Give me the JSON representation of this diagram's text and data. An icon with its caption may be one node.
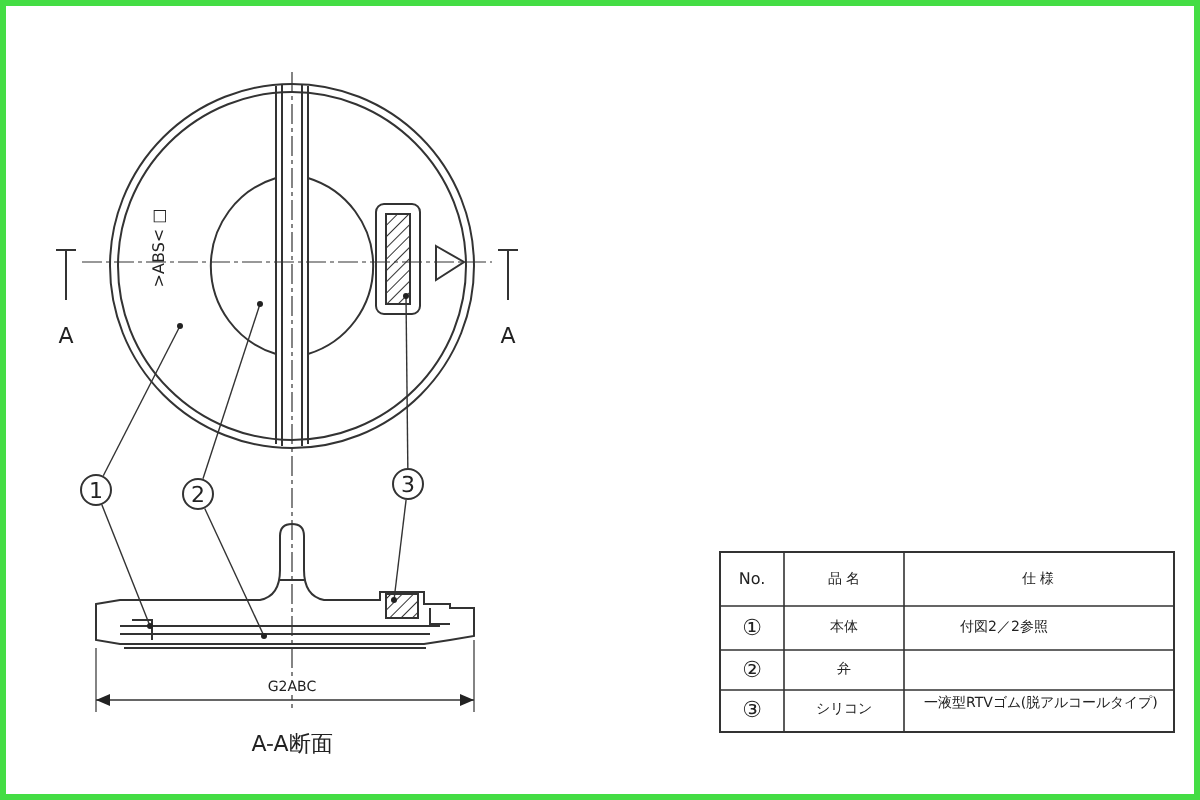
{
  "diagram": {
    "caption": "A-A断面",
    "nodes": [
      {
        "text": [
          "1"
        ]
      },
      {
        "text": [
          "2"
        ]
      },
      {
        "text": [
          "3"
        ]
      }
    ],
    "edges": [
      {
        "from": 0,
        "to": null,
        "arrow": "other"
      },
      {
        "from": 0,
        "to": null,
        "arrow": "other"
      },
      {
        "from": 1,
        "to": null,
        "arrow": "other"
      },
      {
        "from": 1,
        "to": null,
        "arrow": "other"
      },
      {
        "from": 2,
        "to": null,
        "arrow": "other"
      },
      {
        "from": 2,
        "to": null,
        "arrow": "other"
      }
    ],
    "labels": [
      "A",
      "A",
      ">ABS< □",
      "G2ABC",
      "No.",
      "品 名",
      "仕 様",
      "①",
      "本体",
      "付図2／2参照",
      "②",
      "弁",
      "③",
      "シリコン",
      "一液型RTVゴム(脱アルコールタイプ)"
    ]
  }
}
